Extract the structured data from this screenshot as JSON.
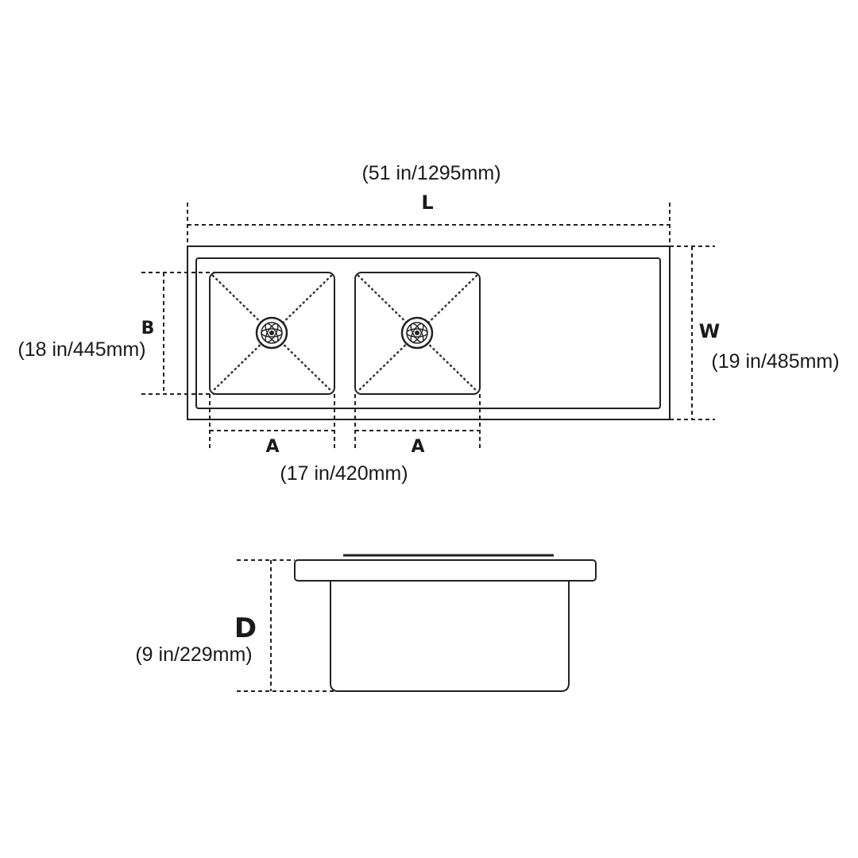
{
  "top_view": {
    "length": {
      "letter": "L",
      "value": "(51 in/1295mm)"
    },
    "width": {
      "letter": "W",
      "value": "(19 in/485mm)"
    },
    "bowl_depth": {
      "letter": "B",
      "value": "(18 in/445mm)"
    },
    "bowl_width": {
      "letter": "A",
      "letter_2": "A",
      "value": "(17 in/420mm)"
    },
    "bowls": 2
  },
  "side_view": {
    "depth": {
      "letter": "D",
      "value": "(9 in/229mm)"
    }
  },
  "colors": {
    "line": "#222222",
    "background": "#ffffff"
  }
}
